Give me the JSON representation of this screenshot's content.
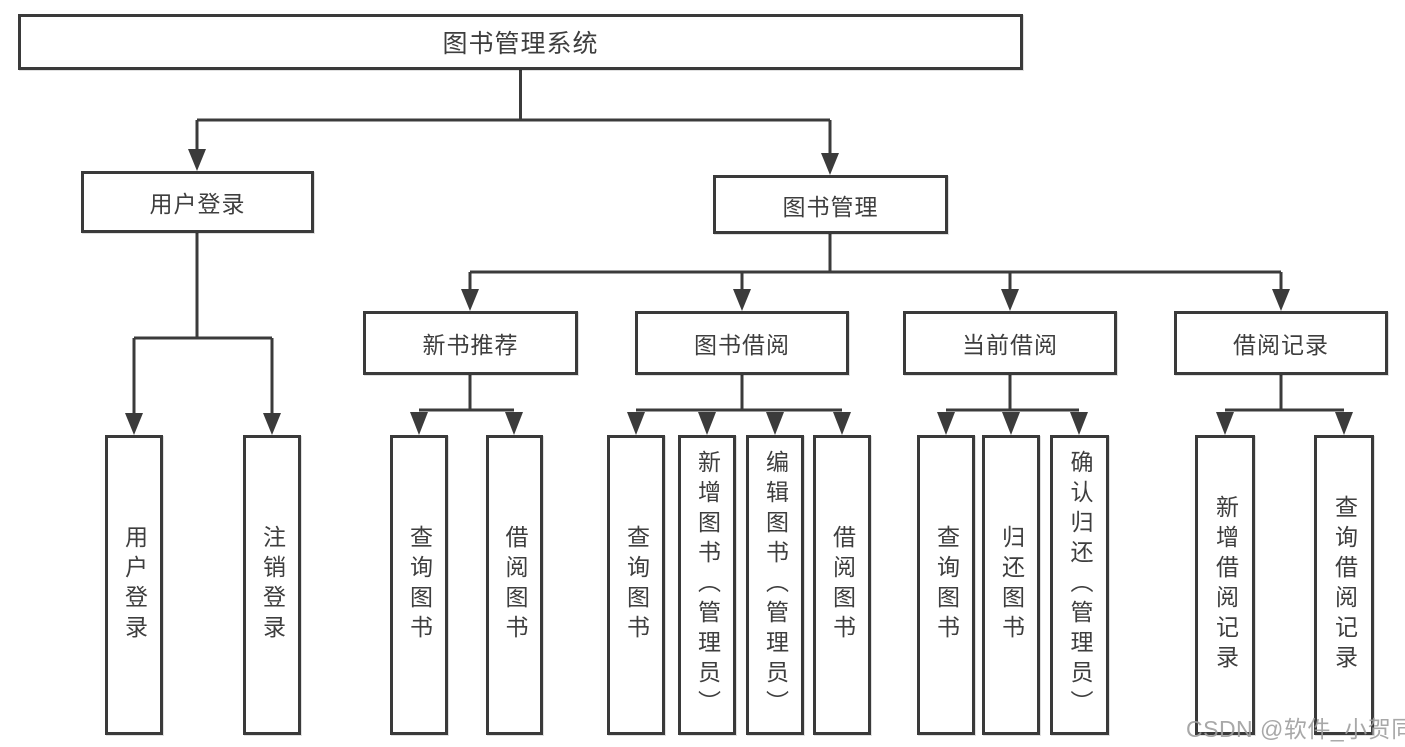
{
  "diagram": {
    "type": "hierarchy-functional-structure",
    "colors": {
      "background": "#ffffff",
      "box_border": "#3a3a3a",
      "line": "#3b3b3b",
      "text": "#3e3e3e",
      "watermark": "#9e9e9e"
    },
    "nodes": {
      "root": "图书管理系统",
      "user_login": "用户登录",
      "book_mgmt": "图书管理",
      "login": "用户登录",
      "logout": "注销登录",
      "new_books": "新书推荐",
      "borrowing": "图书借阅",
      "current_borrow": "当前借阅",
      "borrow_records": "借阅记录",
      "nb_query": "查询图书",
      "nb_borrow": "借阅图书",
      "b_query": "查询图书",
      "b_add": "新增图书（管理员）",
      "b_edit": "编辑图书（管理员）",
      "b_borrow": "借阅图书",
      "c_query": "查询图书",
      "c_return": "归还图书",
      "c_confirm": "确认归还（管理员）",
      "r_add": "新增借阅记录",
      "r_query": "查询借阅记录"
    },
    "hierarchy": {
      "root": [
        "user_login",
        "book_mgmt"
      ],
      "user_login": [
        "login",
        "logout"
      ],
      "book_mgmt": [
        "new_books",
        "borrowing",
        "current_borrow",
        "borrow_records"
      ],
      "new_books": [
        "nb_query",
        "nb_borrow"
      ],
      "borrowing": [
        "b_query",
        "b_add",
        "b_edit",
        "b_borrow"
      ],
      "current_borrow": [
        "c_query",
        "c_return",
        "c_confirm"
      ],
      "borrow_records": [
        "r_add",
        "r_query"
      ]
    }
  },
  "watermark": {
    "text": "CSDN @软件_小贺同学"
  }
}
